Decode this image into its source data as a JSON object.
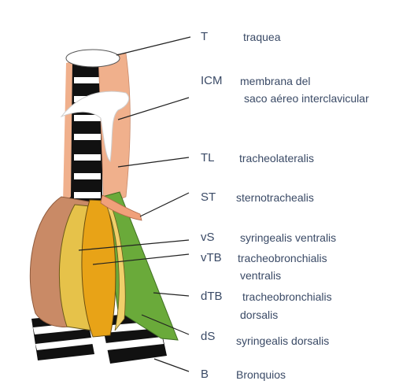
{
  "labels": {
    "T": {
      "abbr": "T",
      "name": "traquea"
    },
    "ICM": {
      "abbr": "ICM",
      "name_line1": "membrana del",
      "name_line2": "saco aéreo interclavicular"
    },
    "TL": {
      "abbr": "TL",
      "name": "tracheolateralis"
    },
    "ST": {
      "abbr": "ST",
      "name": "sternotrachealis"
    },
    "vS": {
      "abbr": "vS",
      "name": "syringealis ventralis"
    },
    "vTB": {
      "abbr": "vTB",
      "name_line1": "tracheobronchialis",
      "name_line2": "ventralis"
    },
    "dTB": {
      "abbr": "dTB",
      "name_line1": "tracheobronchialis",
      "name_line2": "dorsalis"
    },
    "dS": {
      "abbr": "dS",
      "name": "syringealis dorsalis"
    },
    "B": {
      "abbr": "B",
      "name": "Bronquios"
    }
  },
  "colors": {
    "trachea_muscle": "#f0b08c",
    "syrinx_body": "#c98a66",
    "vS_muscle": "#e6c24a",
    "vTB_muscle": "#e8a317",
    "green_muscle": "#6aaa3a",
    "membrane": "#ffffff",
    "text": "#3a4a66"
  }
}
